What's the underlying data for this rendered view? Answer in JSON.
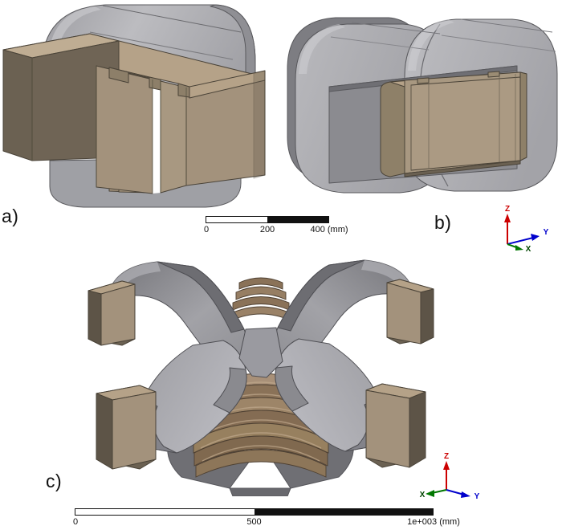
{
  "figure": {
    "panels": [
      {
        "id": "a",
        "label": "a)",
        "caption_text": "a)",
        "description": "isometric view of gray magnetic core with tan winding block, split center leg"
      },
      {
        "id": "b",
        "label": "b)",
        "caption_text": "b)",
        "description": "isometric view of double-D gray core with tan winding block inside the window"
      },
      {
        "id": "c",
        "label": "c)",
        "caption_text": "c)",
        "description": "isometric view of four-legged cross core with helical copper coil and four tan blocks"
      }
    ]
  },
  "scalebars": [
    {
      "id": "scalebar-top",
      "ticks": [
        "0",
        "200",
        "400 (mm)"
      ],
      "min": 0,
      "mid": 200,
      "max": 400,
      "units": "mm"
    },
    {
      "id": "scalebar-bottom",
      "ticks": [
        "0",
        "500",
        "1e+003 (mm)"
      ],
      "min": 0,
      "mid": 500,
      "max": 1000,
      "units": "mm"
    }
  ],
  "axis_triads": [
    {
      "id": "triad-top",
      "axes": [
        {
          "name": "Z",
          "label": "Z",
          "color": "#cc0000"
        },
        {
          "name": "Y",
          "label": "Y",
          "color": "#0000cc"
        },
        {
          "name": "X",
          "label": "X",
          "color": "#007700"
        }
      ]
    },
    {
      "id": "triad-bottom",
      "axes": [
        {
          "name": "Z",
          "label": "Z",
          "color": "#cc0000"
        },
        {
          "name": "Y",
          "label": "Y",
          "color": "#0000cc"
        },
        {
          "name": "X",
          "label": "X",
          "color": "#007700"
        }
      ]
    }
  ],
  "colors": {
    "core_light": "#b9b9bd",
    "core_mid": "#a8a8ac",
    "core_dark": "#8c8c91",
    "core_darker": "#6e6e73",
    "winding_light": "#b5a288",
    "winding_mid": "#a3927c",
    "winding_dark": "#6b6152",
    "winding_darker": "#595143",
    "copper_mid": "#8a7258",
    "copper_light": "#a89078",
    "copper_dark": "#6d5a45",
    "outline": "#3a3a3a",
    "background": "#ffffff",
    "axis_z": "#cc0000",
    "axis_y": "#0000cc",
    "axis_x": "#007700"
  }
}
